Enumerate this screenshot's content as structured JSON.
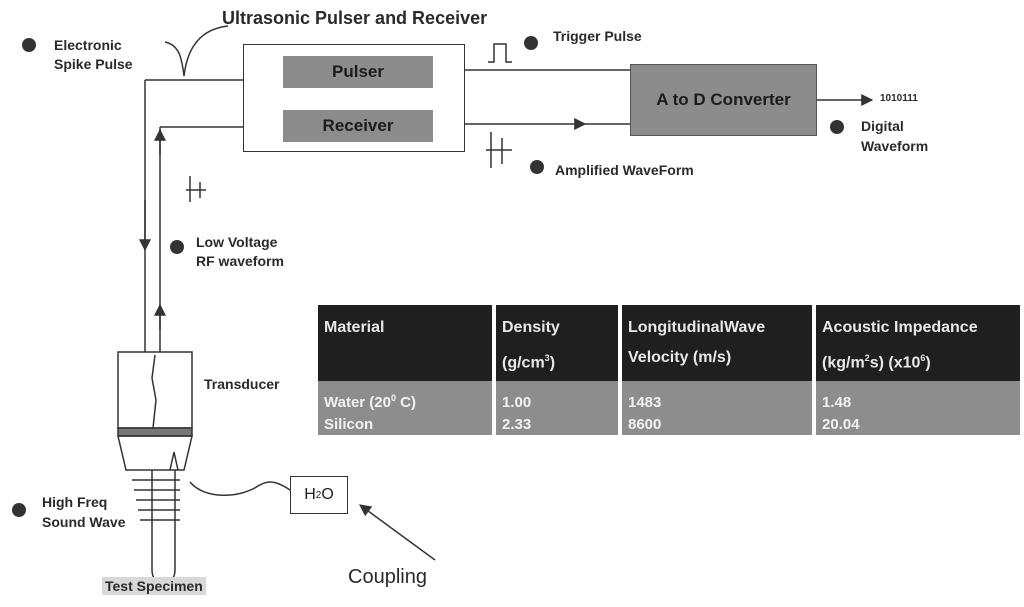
{
  "title": "Ultrasonic Pulser and Receiver",
  "blocks": {
    "pulser": "Pulser",
    "receiver": "Receiver",
    "converter": "A to D Converter",
    "transducer": "Transducer",
    "coupling_medium": "H",
    "coupling_medium_sub": "2",
    "coupling_medium_tail": "O"
  },
  "labels": {
    "electronic_spike_1": "Electronic",
    "electronic_spike_2": "Spike Pulse",
    "trigger_pulse": "Trigger Pulse",
    "binary_output": "1010111",
    "digital_waveform_1": "Digital",
    "digital_waveform_2": "Waveform",
    "amplified_waveform": "Amplified WaveForm",
    "low_voltage_1": "Low Voltage",
    "low_voltage_2": "RF waveform",
    "high_freq_1": "High Freq",
    "high_freq_2": "Sound Wave",
    "test_specimen": "Test Specimen",
    "coupling": "Coupling"
  },
  "table": {
    "headers": [
      {
        "line1": "Material",
        "line2": "",
        "sup": "",
        "tail": ""
      },
      {
        "line1": "Density",
        "line2": "(g/cm",
        "sup": "3",
        "tail": ")"
      },
      {
        "line1": "LongitudinalWave",
        "line2": "Velocity (m/s)",
        "sup": "",
        "tail": ""
      },
      {
        "line1": "Acoustic Impedance",
        "line2": "(kg/m",
        "sup": "2",
        "tail": "s) (x10"
      }
    ],
    "header_last_sup2": "6",
    "header_last_tail2": ")",
    "rows": [
      {
        "material": "Water (20",
        "material_sup": "0",
        "material_tail": " C)",
        "density": "1.00",
        "velocity": "1483",
        "impedance": "1.48"
      },
      {
        "material": "Silicon",
        "material_sup": "",
        "material_tail": "",
        "density": "2.33",
        "velocity": "8600",
        "impedance": "20.04"
      }
    ]
  }
}
